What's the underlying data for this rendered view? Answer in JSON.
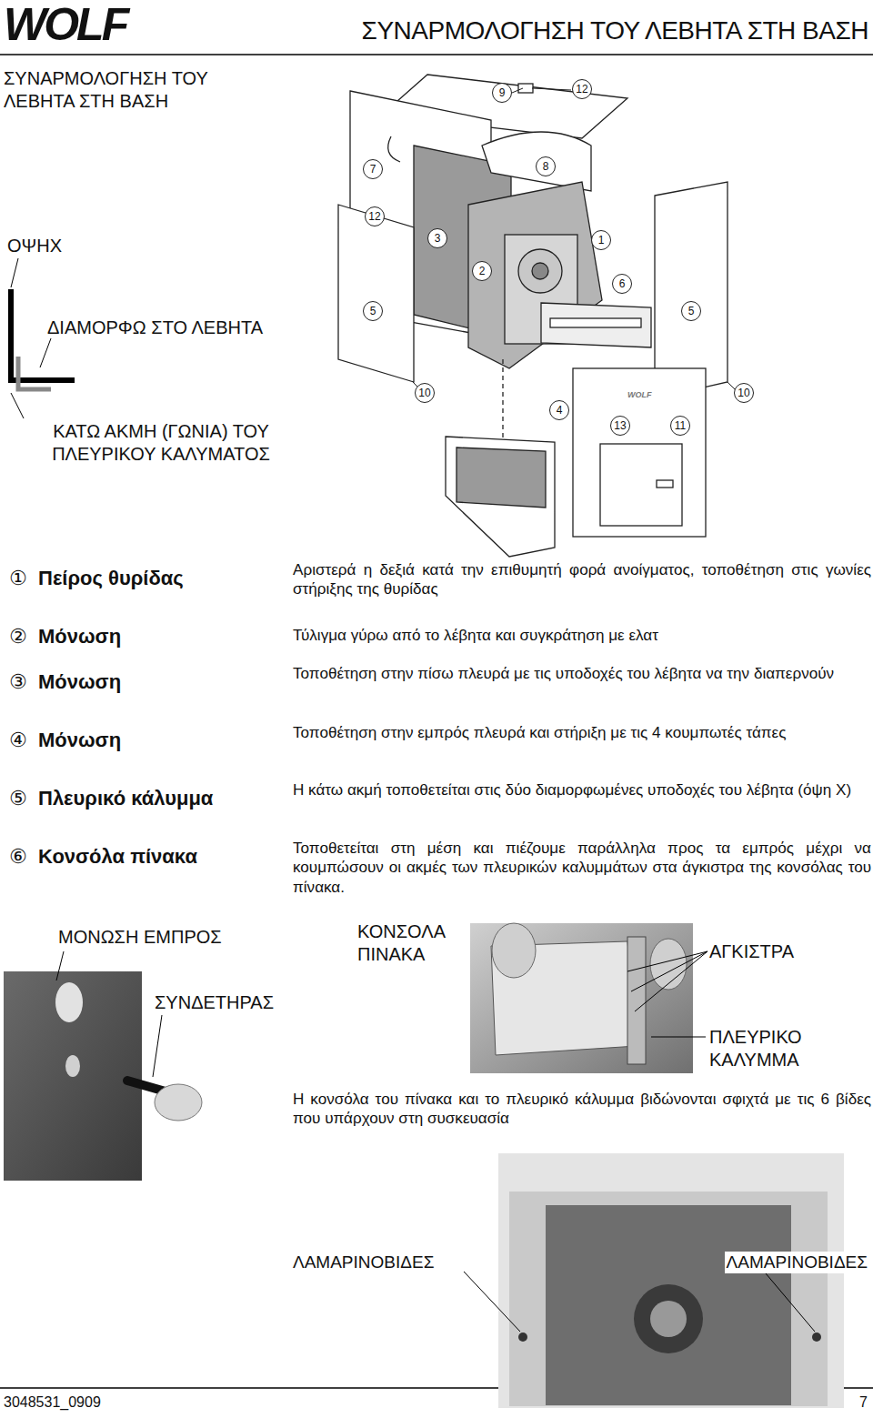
{
  "diagram": {
    "title": "ΣΥΝΑΡΜΟΛΟΓΗΣΗ ΤΟΥ ΛΕΒΗΤΑ ΣΤΗ ΒΑΣΗ",
    "labels": [
      "ΣΥΝΑΡΜΟΛΟΓΗΣΗ ΤΟΥ ΛΕΒΗΤΑ ΣΤΗ ΒΑΣΗ",
      "ΟΨΗΧ",
      "ΔΙΑΜΟΡΦΩ ΣΤΟ ΛΕΒΗΤΑ",
      "ΚΑΤΩ ΑΚΜΗ (ΓΩΝΙΑ) ΤΟΥ ΠΛΕΥΡΙΚΟΥ ΚΑΛΥΜΑΤΟΣ",
      "9",
      "12",
      "7",
      "8",
      "12",
      "3",
      "1",
      "2",
      "6",
      "5",
      "5",
      "10",
      "4",
      "10",
      "13",
      "11",
      "①",
      "Πείρος θυρίδας",
      "Αριστερά η δεξιά κατά την επιθυμητή φορά ανοίγματος, τοποθέτηση στις γωνίες στήριξης της θυρίδας",
      "②",
      "Μόνωση",
      "Τύλιγμα γύρω από το λέβητα και συγκράτηση με ελατ",
      "③",
      "Μόνωση",
      "Τοποθέτηση στην πίσω πλευρά με τις υποδοχές του λέβητα να την διαπερνούν",
      "④",
      "Μόνωση",
      "Τοποθέτηση στην εμπρός πλευρά και στήριξη με τις 4 κουμπωτές τάπες",
      "⑤",
      "Πλευρικό κάλυμμα",
      "Η κάτω ακμή τοποθετείται στις δύο διαμορφωμένες υποδοχές του λέβητα (όψη Χ)",
      "⑥",
      "Κονσόλα πίνακα",
      "Τοποθετείται στη μέση και πιέζουμε παράλληλα προς τα εμπρός μέχρι να κουμπώσουν οι ακμές των πλευρικών καλυμμάτων στα άγκιστρα της κονσόλας του πίνακα.",
      "ΜΟΝΩΣΗ ΕΜΠΡΟΣ",
      "ΣΥΝΔΕΤΗΡΑΣ",
      "ΚΟΝΣΟΛΑ ΠΙΝΑΚΑ",
      "ΑΓΚΙΣΤΡΑ",
      "ΠΛΕΥΡΙΚΟ ΚΑΛΥΜΜΑ",
      "Η κονσόλα του πίνακα και το πλευρικό κάλυμμα βιδώνονται σφιχτά με τις 6 βίδες που υπάρχουν στη συσκευασία",
      "ΛΑΜΑΡΙΝΟΒΙΔΕΣ",
      "ΛΑΜΑΡΙΝΟΒΙΔΕΣ",
      "3048531_0909",
      "7",
      "WOLF",
      "WOLF"
    ]
  }
}
